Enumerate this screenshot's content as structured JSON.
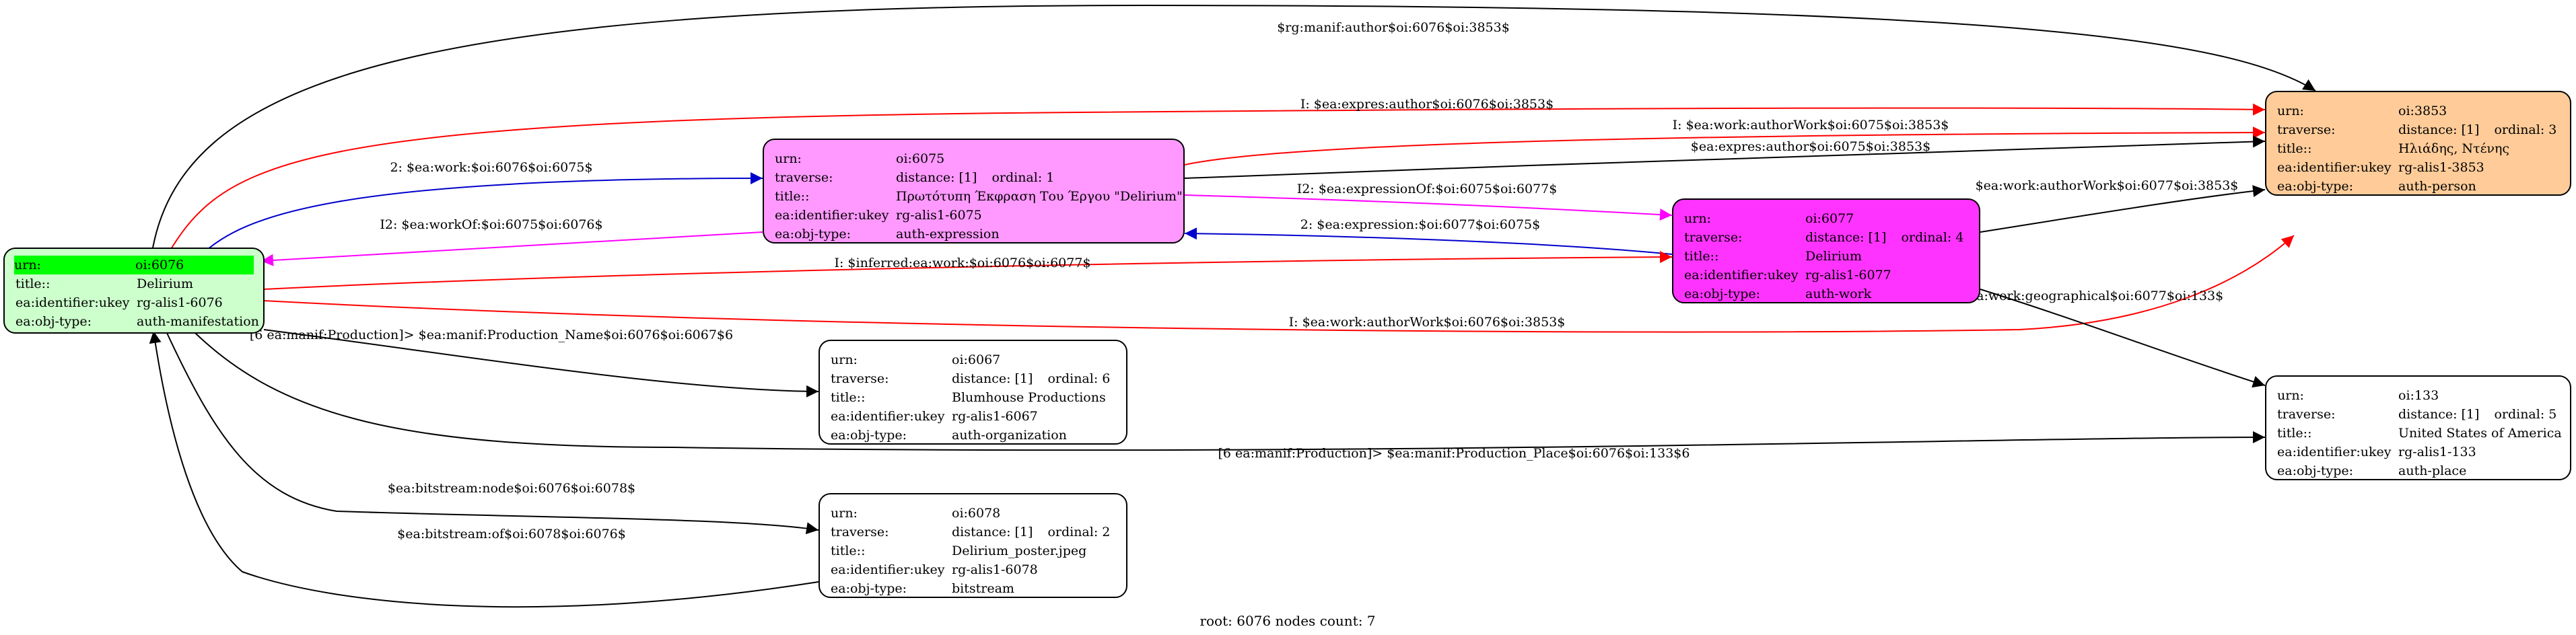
{
  "nodes": {
    "n6076": {
      "fill": "#ccffcc",
      "rows": [
        {
          "k": "urn:",
          "v": [
            "oi:6076"
          ],
          "hl": true
        },
        {
          "k": "title::",
          "v": [
            "Delirium"
          ]
        },
        {
          "k": "ea:identifier:ukey",
          "v": [
            "rg-alis1-6076"
          ]
        },
        {
          "k": "ea:obj-type:",
          "v": [
            "auth-manifestation"
          ]
        }
      ]
    },
    "n6075": {
      "fill": "#ff99ff",
      "rows": [
        {
          "k": "urn:",
          "v": [
            "oi:6075"
          ]
        },
        {
          "k": "traverse:",
          "v": [
            "distance: [1]",
            "ordinal: 1"
          ]
        },
        {
          "k": "title::",
          "v": [
            "Πρωτότυπη Έκφραση Του Έργου \"Delirium\""
          ]
        },
        {
          "k": "ea:identifier:ukey",
          "v": [
            "rg-alis1-6075"
          ]
        },
        {
          "k": "ea:obj-type:",
          "v": [
            "auth-expression"
          ]
        }
      ]
    },
    "n6077": {
      "fill": "#ff33ff",
      "rows": [
        {
          "k": "urn:",
          "v": [
            "oi:6077"
          ]
        },
        {
          "k": "traverse:",
          "v": [
            "distance: [1]",
            "ordinal: 4"
          ]
        },
        {
          "k": "title::",
          "v": [
            "Delirium"
          ]
        },
        {
          "k": "ea:identifier:ukey",
          "v": [
            "rg-alis1-6077"
          ]
        },
        {
          "k": "ea:obj-type:",
          "v": [
            "auth-work"
          ]
        }
      ]
    },
    "n3853": {
      "fill": "#ffcc99",
      "rows": [
        {
          "k": "urn:",
          "v": [
            "oi:3853"
          ]
        },
        {
          "k": "traverse:",
          "v": [
            "distance: [1]",
            "ordinal: 3"
          ]
        },
        {
          "k": "title::",
          "v": [
            "Ηλιάδης, Ντένης"
          ]
        },
        {
          "k": "ea:identifier:ukey",
          "v": [
            "rg-alis1-3853"
          ]
        },
        {
          "k": "ea:obj-type:",
          "v": [
            "auth-person"
          ]
        }
      ]
    },
    "n6067": {
      "fill": "#ffffff",
      "rows": [
        {
          "k": "urn:",
          "v": [
            "oi:6067"
          ]
        },
        {
          "k": "traverse:",
          "v": [
            "distance: [1]",
            "ordinal: 6"
          ]
        },
        {
          "k": "title::",
          "v": [
            "Blumhouse Productions"
          ]
        },
        {
          "k": "ea:identifier:ukey",
          "v": [
            "rg-alis1-6067"
          ]
        },
        {
          "k": "ea:obj-type:",
          "v": [
            "auth-organization"
          ]
        }
      ]
    },
    "n6078": {
      "fill": "#ffffff",
      "rows": [
        {
          "k": "urn:",
          "v": [
            "oi:6078"
          ]
        },
        {
          "k": "traverse:",
          "v": [
            "distance: [1]",
            "ordinal: 2"
          ]
        },
        {
          "k": "title::",
          "v": [
            "Delirium_poster.jpeg"
          ]
        },
        {
          "k": "ea:identifier:ukey",
          "v": [
            "rg-alis1-6078"
          ]
        },
        {
          "k": "ea:obj-type:",
          "v": [
            "bitstream"
          ]
        }
      ]
    },
    "n133": {
      "fill": "#ffffff",
      "rows": [
        {
          "k": "urn:",
          "v": [
            "oi:133"
          ]
        },
        {
          "k": "traverse:",
          "v": [
            "distance: [1]",
            "ordinal: 5"
          ]
        },
        {
          "k": "title::",
          "v": [
            "United States of America"
          ]
        },
        {
          "k": "ea:identifier:ukey",
          "v": [
            "rg-alis1-133"
          ]
        },
        {
          "k": "ea:obj-type:",
          "v": [
            "auth-place"
          ]
        }
      ]
    }
  },
  "edges": {
    "e_author_6076_3853": {
      "label": "$rg:manif:author$oi:6076$oi:3853$",
      "color": "#000000"
    },
    "e_expres_author_6076": {
      "label": "I: $ea:expres:author$oi:6076$oi:3853$",
      "color": "#ff0000"
    },
    "e_work_authorwork_6075": {
      "label": "I: $ea:work:authorWork$oi:6075$oi:3853$",
      "color": "#ff0000"
    },
    "e_expres_author_6075": {
      "label": "$ea:expres:author$oi:6075$oi:3853$",
      "color": "#000000"
    },
    "e_work_6076_6075": {
      "label": "2: $ea:work:$oi:6076$oi:6075$",
      "color": "#0000cc"
    },
    "e_workof_6075_6076": {
      "label": "I2: $ea:workOf:$oi:6075$oi:6076$",
      "color": "#ff00ff"
    },
    "e_expressionof_6075_6077": {
      "label": "I2: $ea:expressionOf:$oi:6075$oi:6077$",
      "color": "#ff00ff"
    },
    "e_expression_6077_6075": {
      "label": "2: $ea:expression:$oi:6077$oi:6075$",
      "color": "#0000cc"
    },
    "e_authorwork_6077": {
      "label": "$ea:work:authorWork$oi:6077$oi:3853$",
      "color": "#000000"
    },
    "e_inferred_work_6076_6077": {
      "label": "I: $inferred:ea:work:$oi:6076$oi:6077$",
      "color": "#ff0000"
    },
    "e_authorwork_6076": {
      "label": "I: $ea:work:authorWork$oi:6076$oi:3853$",
      "color": "#ff0000"
    },
    "e_geographical_6077_133": {
      "label": "$ea:work:geographical$oi:6077$oi:133$",
      "color": "#000000"
    },
    "e_production_name": {
      "label": "[6 ea:manif:Production]> $ea:manif:Production_Name$oi:6076$oi:6067$6",
      "color": "#000000"
    },
    "e_production_place": {
      "label": "[6 ea:manif:Production]> $ea:manif:Production_Place$oi:6076$oi:133$6",
      "color": "#000000"
    },
    "e_bitstream_node": {
      "label": "$ea:bitstream:node$oi:6076$oi:6078$",
      "color": "#000000"
    },
    "e_bitstream_of": {
      "label": "$ea:bitstream:of$oi:6078$oi:6076$",
      "color": "#000000"
    }
  },
  "footer": "root: 6076 nodes count: 7"
}
